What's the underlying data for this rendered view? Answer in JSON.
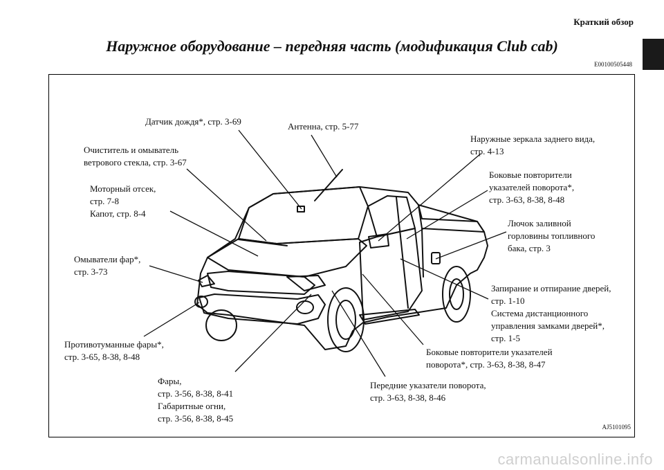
{
  "header": {
    "section": "Краткий обзор",
    "title": "Наружное оборудование – передняя часть (модификация Club cab)",
    "doc_code": "E00100505448"
  },
  "callouts": {
    "rain_sensor": "Датчик дождя*, стр. 3-69",
    "antenna": "Антенна, стр. 5-77",
    "mirrors": "Наружные зеркала заднего вида,\nстр. 4-13",
    "wiper": "Очиститель и омыватель\nветрового стекла, стр. 3-67",
    "side_repeaters_upper": "Боковые повторители\nуказателей поворота*,\nстр. 3-63, 8-38, 8-48",
    "engine": "Моторный отсек,\nстр. 7-8\nКапот, стр. 8-4",
    "fuel_lid": "Лючок заливной\nгорловины топливного\nбака, стр. 3",
    "headlamp_washers": "Омыватели фар*,\nстр. 3-73",
    "door_locks": "Запирание и отпирание дверей,\nстр. 1-10\nСистема дистанционного\nуправления замками дверей*,\nстр. 1-5",
    "fog_lamps": "Противотуманные фары*,\nстр. 3-65, 8-38, 8-48",
    "side_repeaters_lower": "Боковые повторители указателей\nповорота*, стр. 3-63, 8-38, 8-47",
    "headlamps": "Фары,\nстр. 3-56, 8-38, 8-41\nГабаритные огни,\nстр. 3-56, 8-38, 8-45",
    "front_turn": "Передние указатели поворота,\nстр. 3-63, 8-38, 8-46"
  },
  "figure_code": "AJ5101095",
  "watermark": "carmanualsonline.info"
}
